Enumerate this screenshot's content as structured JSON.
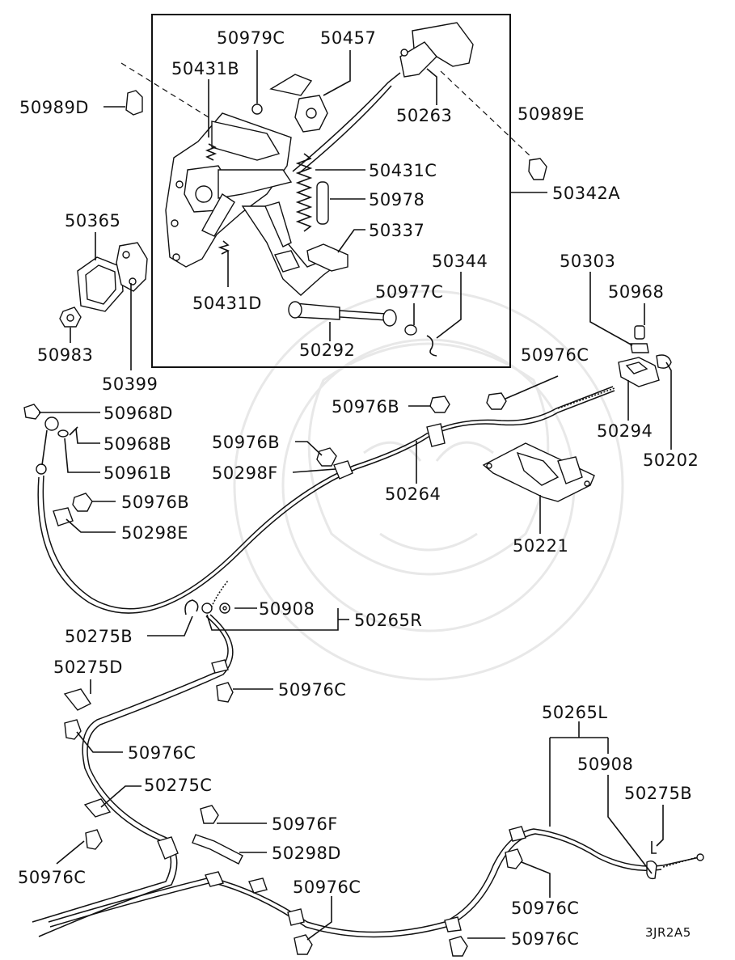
{
  "diagram_ref": "3JR2A5",
  "labels": {
    "p50979C": "50979C",
    "p50457": "50457",
    "p50431B": "50431B",
    "p50989D": "50989D",
    "p50263": "50263",
    "p50989E": "50989E",
    "p50431C": "50431C",
    "p50978": "50978",
    "p50342A": "50342A",
    "p50337": "50337",
    "p50365": "50365",
    "p50344": "50344",
    "p50303": "50303",
    "p50968": "50968",
    "p50977C": "50977C",
    "p50431D": "50431D",
    "p50292": "50292",
    "p50983": "50983",
    "p50399": "50399",
    "p50976C_a": "50976C",
    "p50976B_a": "50976B",
    "p50294": "50294",
    "p50968D": "50968D",
    "p50968B": "50968B",
    "p50976B_b": "50976B",
    "p50202": "50202",
    "p50961B": "50961B",
    "p50298F": "50298F",
    "p50264": "50264",
    "p50976B_c": "50976B",
    "p50298E": "50298E",
    "p50221": "50221",
    "p50908_a": "50908",
    "p50265R": "50265R",
    "p50275B_a": "50275B",
    "p50275D": "50275D",
    "p50976C_b": "50976C",
    "p50265L": "50265L",
    "p50976C_c": "50976C",
    "p50908_b": "50908",
    "p50275C": "50275C",
    "p50275B_b": "50275B",
    "p50976F": "50976F",
    "p50298D": "50298D",
    "p50976C_d": "50976C",
    "p50976C_e": "50976C",
    "p50976C_f": "50976C",
    "p50976C_g": "50976C"
  }
}
